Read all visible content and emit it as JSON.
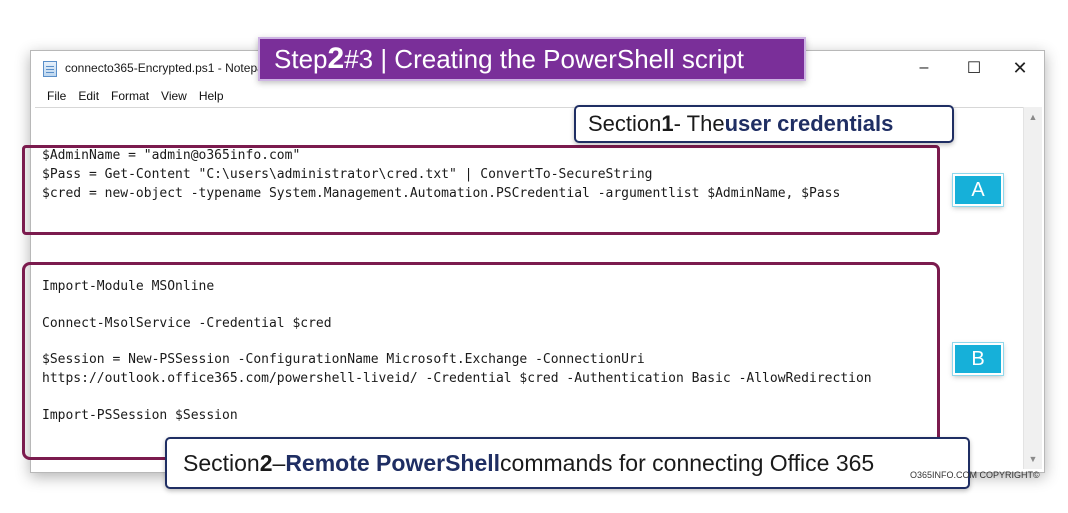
{
  "window": {
    "title": "connecto365-Encrypted.ps1 - Notepad",
    "minimize": "–",
    "maximize": "☐",
    "close": "✕"
  },
  "menu": [
    "File",
    "Edit",
    "Format",
    "View",
    "Help"
  ],
  "code_lines": [
    "$AdminName = \"admin@o365info.com\"",
    "$Pass = Get-Content \"C:\\users\\administrator\\cred.txt\" | ConvertTo-SecureString",
    "$cred = new-object -typename System.Management.Automation.PSCredential -argumentlist $AdminName, $Pass",
    "Import-Module MSOnline",
    "Connect-MsolService -Credential $cred",
    "$Session = New-PSSession -ConfigurationName Microsoft.Exchange -ConnectionUri",
    "https://outlook.office365.com/powershell-liveid/ -Credential $cred -Authentication Basic -AllowRedirection",
    "Import-PSSession $Session"
  ],
  "step_banner": {
    "prefix": "Step ",
    "step_number": "2",
    "suffix": "#3 | Creating the PowerShell script"
  },
  "section1": {
    "prefix": "Section ",
    "number": "1",
    "middle": " - The ",
    "highlight": "user credentials"
  },
  "section2": {
    "prefix": "Section ",
    "number": "2",
    "middle": " – ",
    "highlight": "Remote PowerShell",
    "suffix": " commands  for connecting Office 365"
  },
  "tags": {
    "a": "A",
    "b": "B"
  },
  "copyright": "O365INFO.COM COPYRIGHT©",
  "colors": {
    "banner": "#7a2f99",
    "section_border": "#7b1b4e",
    "tag": "#16b0d9",
    "callout_accent": "#1f2e63"
  },
  "icons": [
    "notepad-icon",
    "scroll-up-icon",
    "scroll-down-icon"
  ]
}
